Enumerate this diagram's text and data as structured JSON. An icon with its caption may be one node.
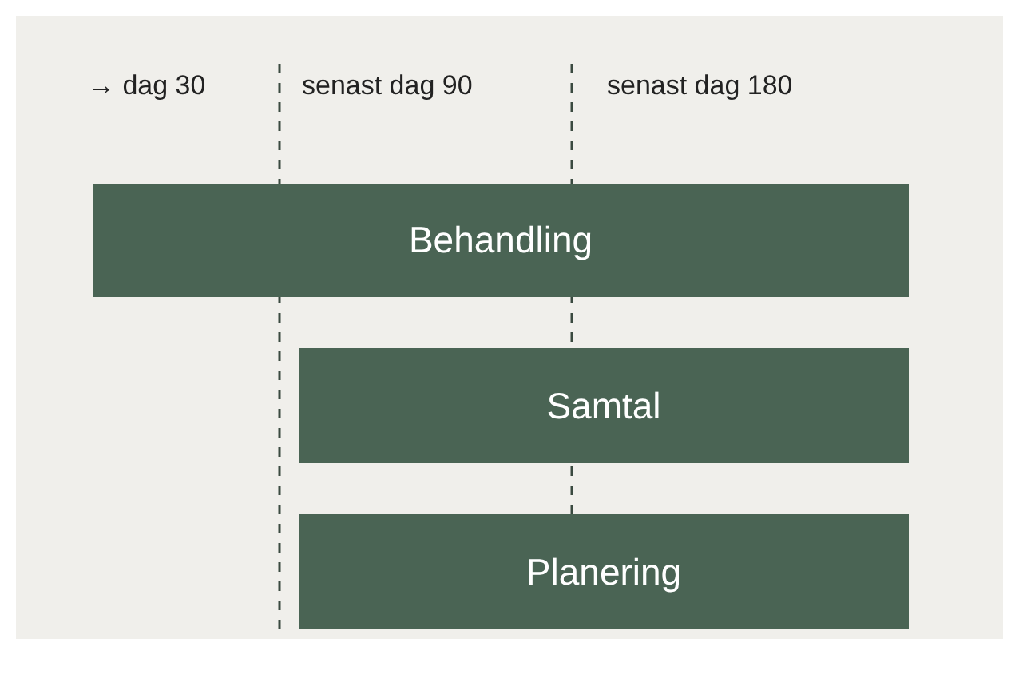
{
  "diagram": {
    "nodes": [
      {
        "text": [
          "Behandling"
        ]
      },
      {
        "text": [
          "Samtal"
        ]
      },
      {
        "text": [
          "Planering"
        ]
      }
    ],
    "labels": [
      "→ dag 30",
      "senast dag 90",
      "senast dag 180"
    ]
  }
}
